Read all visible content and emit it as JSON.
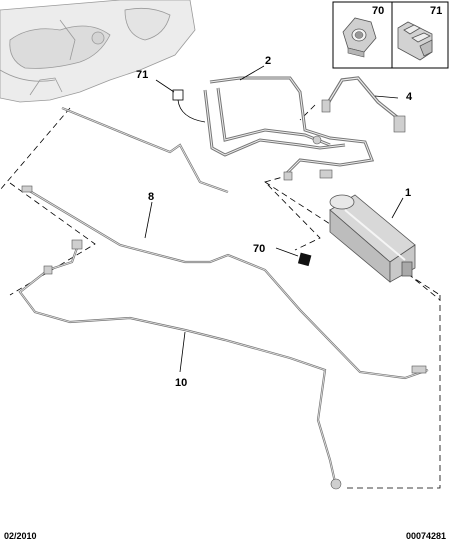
{
  "inset": {
    "part_nut": "70",
    "part_clip": "71"
  },
  "callouts": {
    "c71": "71",
    "c2": "2",
    "c4": "4",
    "c1": "1",
    "c8": "8",
    "c70": "70",
    "c10": "10"
  },
  "footer": {
    "date": "02/2010",
    "ref": "00074281"
  }
}
